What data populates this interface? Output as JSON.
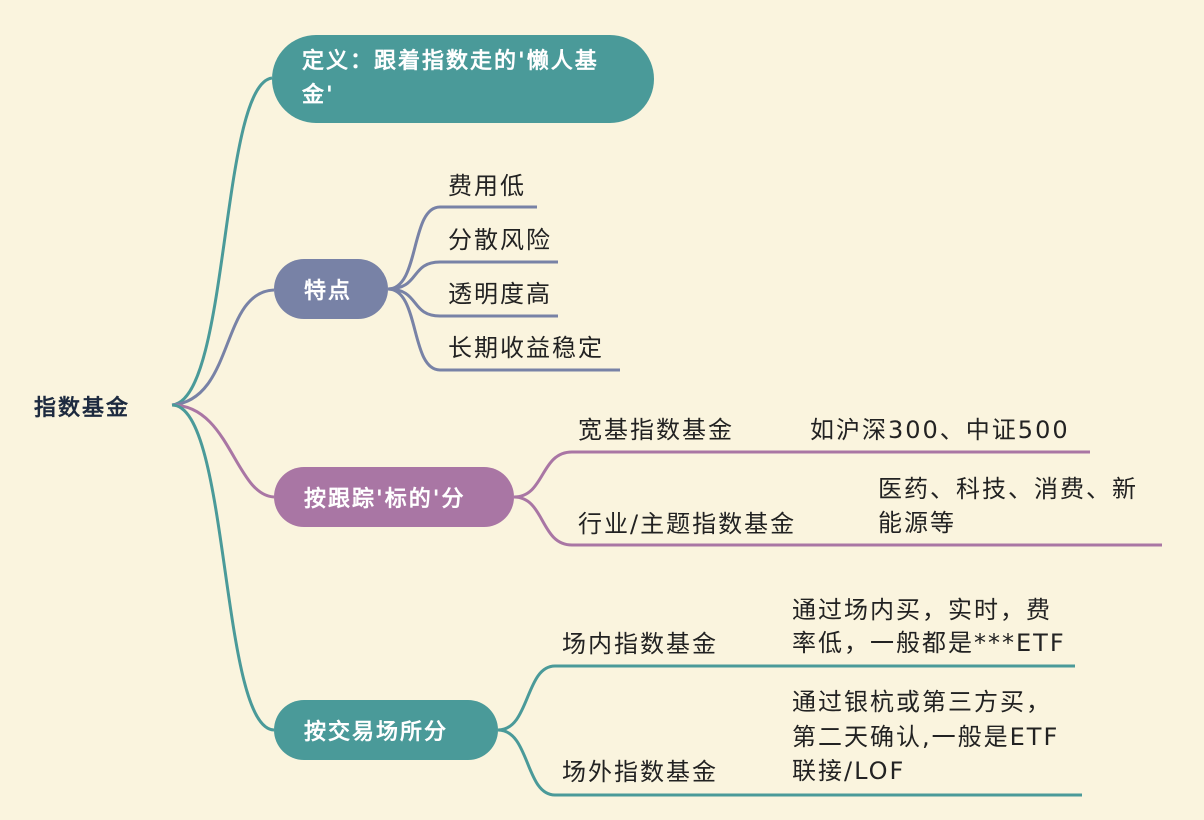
{
  "root": {
    "label": "指数基金"
  },
  "definition": {
    "label": "定义：跟着指数走的'懒人基金'"
  },
  "features": {
    "label": "特点",
    "items": [
      "费用低",
      "分散风险",
      "透明度高",
      "长期收益稳定"
    ]
  },
  "by_tracking": {
    "label": "按跟踪'标的'分",
    "items": [
      {
        "label": "宽基指数基金",
        "note": "如沪深300、中证500"
      },
      {
        "label": "行业/主题指数基金",
        "note_line1": "医药、科技、消费、新",
        "note_line2": "能源等"
      }
    ]
  },
  "by_exchange": {
    "label": "按交易场所分",
    "items": [
      {
        "label": "场内指数基金",
        "note_line1": "通过场内买，实时，费",
        "note_line2": "率低，一般都是***ETF"
      },
      {
        "label": "场外指数基金",
        "note_line1": "通过银杭或第三方买，",
        "note_line2": "第二天确认,一般是ETF",
        "note_line3": "联接/LOF"
      }
    ]
  },
  "colors": {
    "background": "#faf4de",
    "teal": "#4a9a99",
    "slate": "#7882a6",
    "purple": "#a976a4"
  }
}
